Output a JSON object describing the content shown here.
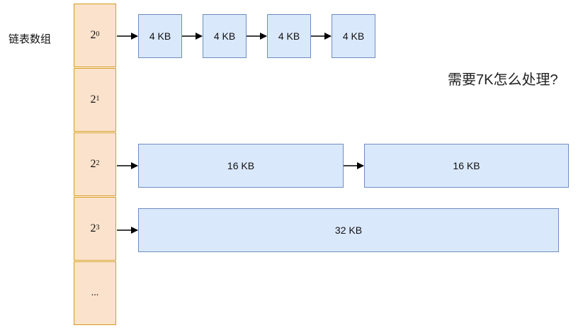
{
  "array_label": "链表数组",
  "question": "需要7K怎么处理?",
  "slots": [
    {
      "base": "2",
      "exp": "0"
    },
    {
      "base": "2",
      "exp": "1"
    },
    {
      "base": "2",
      "exp": "2"
    },
    {
      "base": "2",
      "exp": "3"
    },
    {
      "text": "..."
    }
  ],
  "rows": [
    [
      "4 KB",
      "4 KB",
      "4 KB",
      "4 KB"
    ],
    [],
    [
      "16 KB",
      "16 KB"
    ],
    [
      "32 KB"
    ]
  ],
  "colors": {
    "slot_fill": "#fbe2cc",
    "slot_stroke": "#d79b20",
    "block_fill": "#dae8fc",
    "block_stroke": "#6c8ebf"
  }
}
